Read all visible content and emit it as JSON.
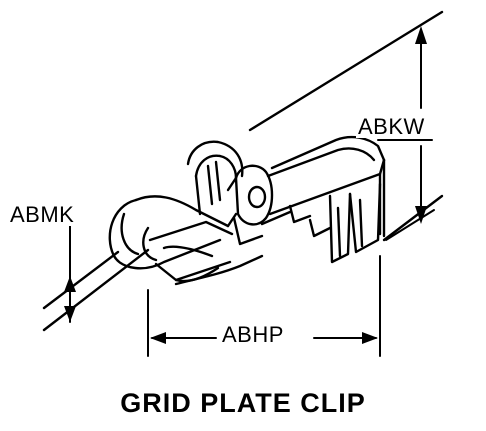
{
  "dimensions": {
    "abkw": "ABKW",
    "abmk": "ABMK",
    "abhp": "ABHP"
  },
  "caption": "GRID PLATE CLIP",
  "colors": {
    "ink": "#000000",
    "paper": "#ffffff"
  }
}
